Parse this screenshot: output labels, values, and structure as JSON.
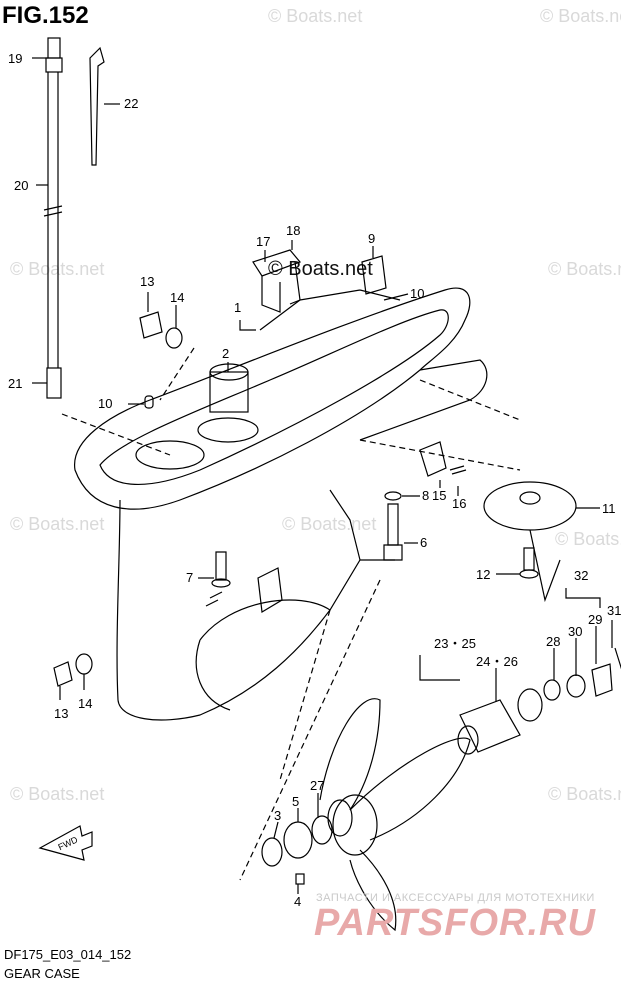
{
  "figure": {
    "title": "FIG.152"
  },
  "watermark": {
    "text": "© Boats.net"
  },
  "footer": {
    "code": "DF175_E03_014_152",
    "name": "GEAR CASE"
  },
  "partsfor": {
    "tagline": "ЗАПЧАСТИ И АКСЕССУАРЫ ДЛЯ МОТОТЕХНИКИ",
    "logo": "PARTSFOR.RU"
  },
  "fwd_arrow_label": "FWD",
  "callouts": [
    "19",
    "22",
    "20",
    "21",
    "13",
    "14",
    "10",
    "2",
    "1",
    "17",
    "18",
    "9",
    "10",
    "8",
    "15",
    "16",
    "6",
    "11",
    "7",
    "12",
    "32",
    "31",
    "30",
    "29",
    "28",
    "23・25",
    "24・26",
    "13",
    "14",
    "27",
    "5",
    "3",
    "4"
  ],
  "colors": {
    "line": "#000000",
    "watermark": "#d9d9d9",
    "logo": "#e8a9a9"
  }
}
